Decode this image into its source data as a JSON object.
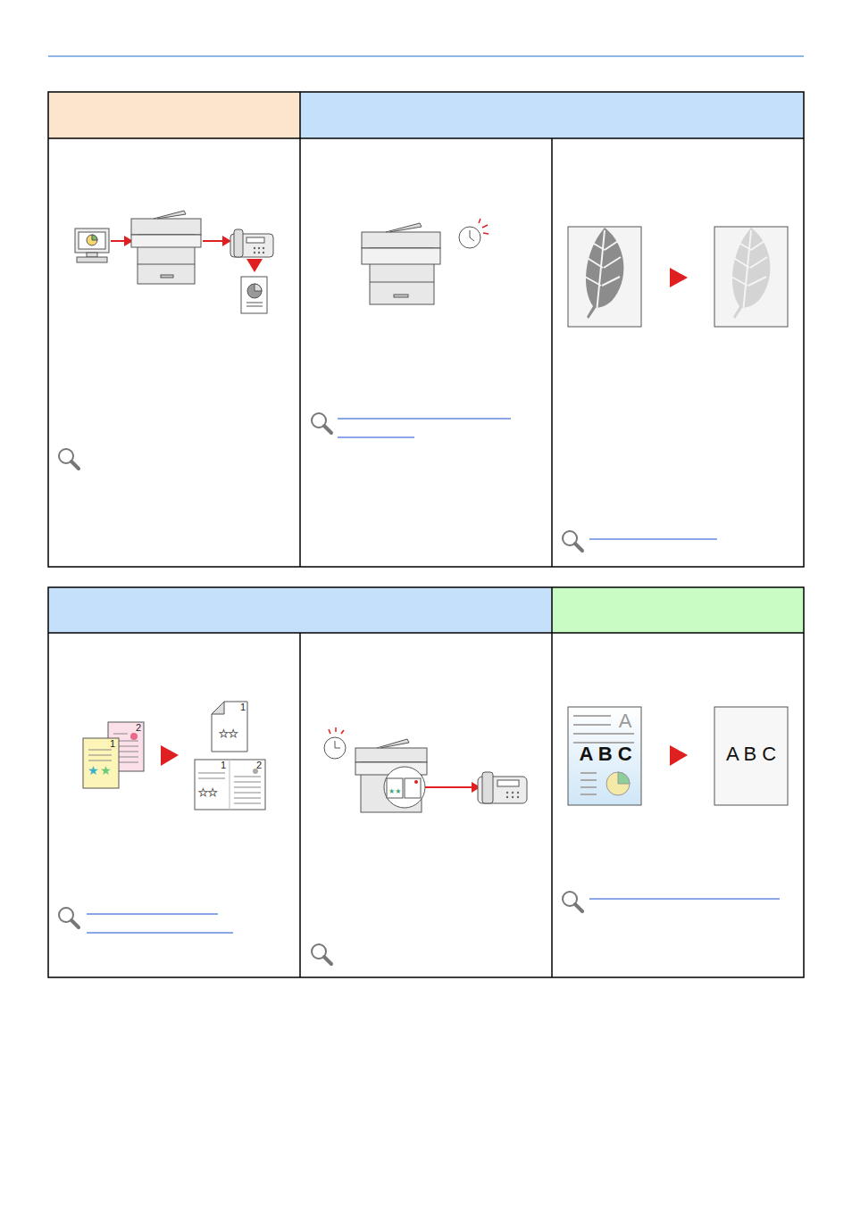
{
  "diagram": {
    "labels": [
      "2",
      "1",
      "1",
      "1",
      "2",
      "A",
      "A B C",
      "A B C"
    ]
  }
}
